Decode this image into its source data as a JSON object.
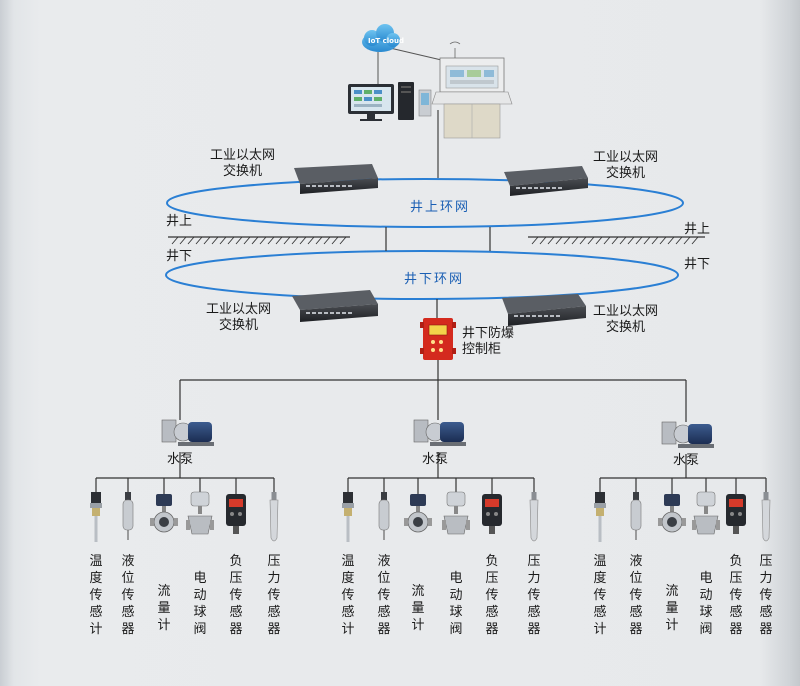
{
  "cloud_label": "IoT cloud",
  "switch_label_line1": "工业以太网",
  "switch_label_line2": "交换机",
  "ring_above": "井上环网",
  "ring_below": "井下环网",
  "zone_above": "井上",
  "zone_below": "井下",
  "cabinet_line1": "井下防爆",
  "cabinet_line2": "控制柜",
  "pump_label": "水泵",
  "sensors": [
    "温度传感计",
    "液位传感器",
    "流量计",
    "电动球阀",
    "负压传感器",
    "压力传感器"
  ],
  "colors": {
    "ring": "#2a7fd4",
    "line": "#333333",
    "cabinet": "#d42a1e",
    "ring_text": "#1a5fb4"
  }
}
